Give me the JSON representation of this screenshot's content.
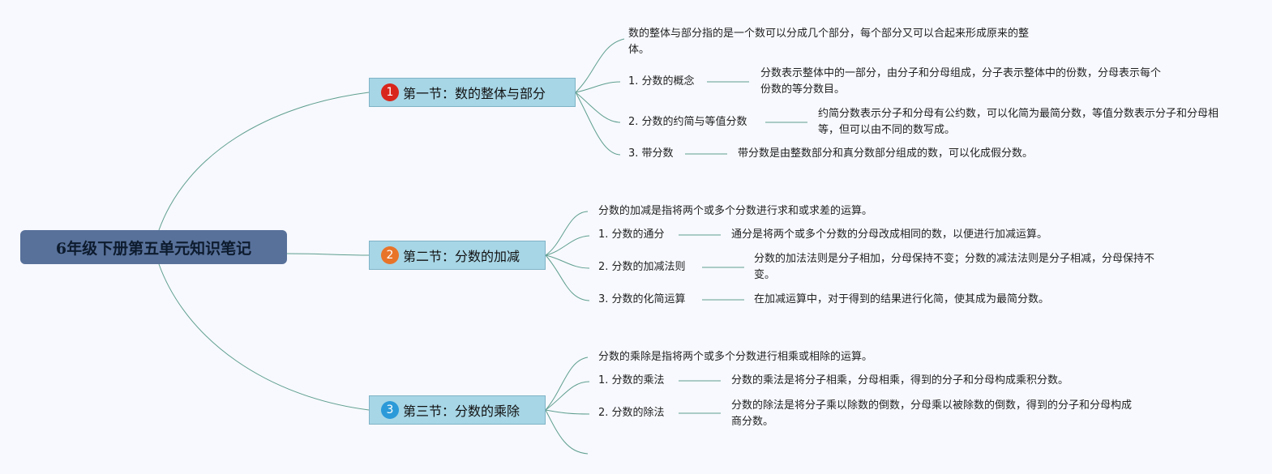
{
  "root": {
    "title": "6年级下册第五单元知识笔记"
  },
  "sections": [
    {
      "badge": "1",
      "badge_color": "#d9261c",
      "title": "第一节：数的整体与部分",
      "intro": "数的整体与部分指的是一个数可以分成几个部分，每个部分又可以合起来形成原来的整体。",
      "items": [
        {
          "label": "1. 分数的概念",
          "desc": "分数表示整体中的一部分，由分子和分母组成，分子表示整体中的份数，分母表示每个份数的等分数目。"
        },
        {
          "label": "2. 分数的约简与等值分数",
          "desc": "约简分数表示分子和分母有公约数，可以化简为最简分数，等值分数表示分子和分母相等，但可以由不同的数写成。"
        },
        {
          "label": "3. 带分数",
          "desc": "带分数是由整数部分和真分数部分组成的数，可以化成假分数。"
        }
      ]
    },
    {
      "badge": "2",
      "badge_color": "#e8742a",
      "title": "第二节：分数的加减",
      "intro": "分数的加减是指将两个或多个分数进行求和或求差的运算。",
      "items": [
        {
          "label": "1. 分数的通分",
          "desc": "通分是将两个或多个分数的分母改成相同的数，以便进行加减运算。"
        },
        {
          "label": "2. 分数的加减法则",
          "desc": "分数的加法法则是分子相加，分母保持不变；分数的减法法则是分子相减，分母保持不变。"
        },
        {
          "label": "3. 分数的化简运算",
          "desc": "在加减运算中，对于得到的结果进行化简，使其成为最简分数。"
        }
      ]
    },
    {
      "badge": "3",
      "badge_color": "#2c9ad8",
      "title": "第三节：分数的乘除",
      "intro": "分数的乘除是指将两个或多个分数进行相乘或相除的运算。",
      "items": [
        {
          "label": "1. 分数的乘法",
          "desc": "分数的乘法是将分子相乘，分母相乘，得到的分子和分母构成乘积分数。"
        },
        {
          "label": "2. 分数的除法",
          "desc": "分数的除法是将分子乘以除数的倒数，分母乘以被除数的倒数，得到的分子和分母构成商分数。"
        }
      ]
    }
  ]
}
